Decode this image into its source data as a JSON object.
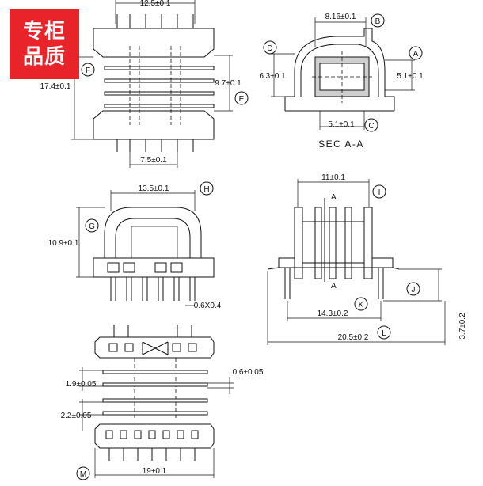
{
  "badge": {
    "line1": "专柜",
    "line2": "品质"
  },
  "caption": "SEC A-A",
  "section_marks": [
    "A",
    "A"
  ],
  "dimensions": {
    "top_width": "12.5±0.1",
    "height_total": "17.4±0.1",
    "inner_height": "9.7±0.1",
    "pin_spacing": "7.5±0.1",
    "sec_top": "8.16±0.1",
    "sec_left": "6.3±0.1",
    "sec_right": "5.1±0.1",
    "sec_bottom": "5.1±0.1",
    "front_width": "13.5±0.1",
    "front_height": "10.9±0.1",
    "pin_size": "0.6X0.4",
    "side_top": "11±0.1",
    "side_pins": "14.3±0.2",
    "side_base": "20.5±0.2",
    "side_pin_len": "3.7±0.2",
    "flange_gap": "1.9±0.05",
    "flange_thk": "0.6±0.05",
    "bottom_gap": "2.2±0.05",
    "bottom_width": "19±0.1"
  },
  "callouts": {
    "A": "A",
    "B": "B",
    "C": "C",
    "D": "D",
    "E": "E",
    "F": "F",
    "G": "G",
    "H": "H",
    "I": "I",
    "J": "J",
    "K": "K",
    "L": "L",
    "M": "M"
  }
}
